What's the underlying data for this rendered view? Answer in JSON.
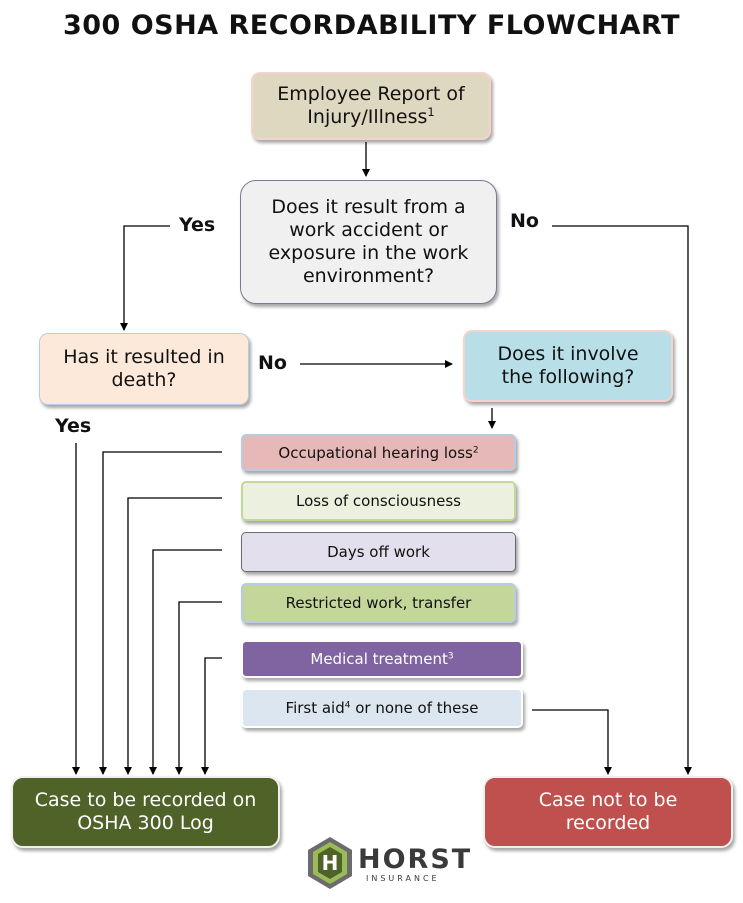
{
  "title": "300 OSHA RECORDABILITY FLOWCHART",
  "colors": {
    "tan": "#ddd8bf",
    "light_gray": "#f0f0f0",
    "peach": "#fde9d9",
    "light_blue": "#b8dee8",
    "pink": "#e6b8b7",
    "cream": "#ebf1de",
    "lavender": "#e4dfec",
    "green": "#c4d79b",
    "purple": "#8064a2",
    "pale_blue": "#dce6f1",
    "dark_green": "#4f6228",
    "red": "#c0504d"
  },
  "nodes": {
    "report": {
      "text": "Employee Report of\nInjury/Illness",
      "sup": "1"
    },
    "work_related": {
      "text": "Does it result from a\nwork accident or\nexposure in the work\nenvironment?"
    },
    "death": {
      "text": "Has it resulted in\ndeath?"
    },
    "involve": {
      "text": "Does it involve\nthe following?"
    },
    "hearing": {
      "text": "Occupational hearing loss",
      "sup": "2"
    },
    "consciousness": {
      "text": "Loss of consciousness"
    },
    "days_off": {
      "text": "Days off work"
    },
    "restricted": {
      "text": "Restricted work, transfer"
    },
    "medical": {
      "text": "Medical treatment",
      "sup": "3"
    },
    "first_aid": {
      "text_before": "First aid",
      "sup": "4",
      "text_after": " or none of these"
    },
    "recorded": {
      "text": "Case to be recorded on\nOSHA 300 Log"
    },
    "not_recorded": {
      "text": "Case not to be\nrecorded"
    }
  },
  "labels": {
    "yes_left": "Yes",
    "no_right": "No",
    "no_middle": "No",
    "yes_death": "Yes"
  },
  "logo": {
    "letter": "H",
    "word": "HORST",
    "sub": "INSURANCE"
  }
}
